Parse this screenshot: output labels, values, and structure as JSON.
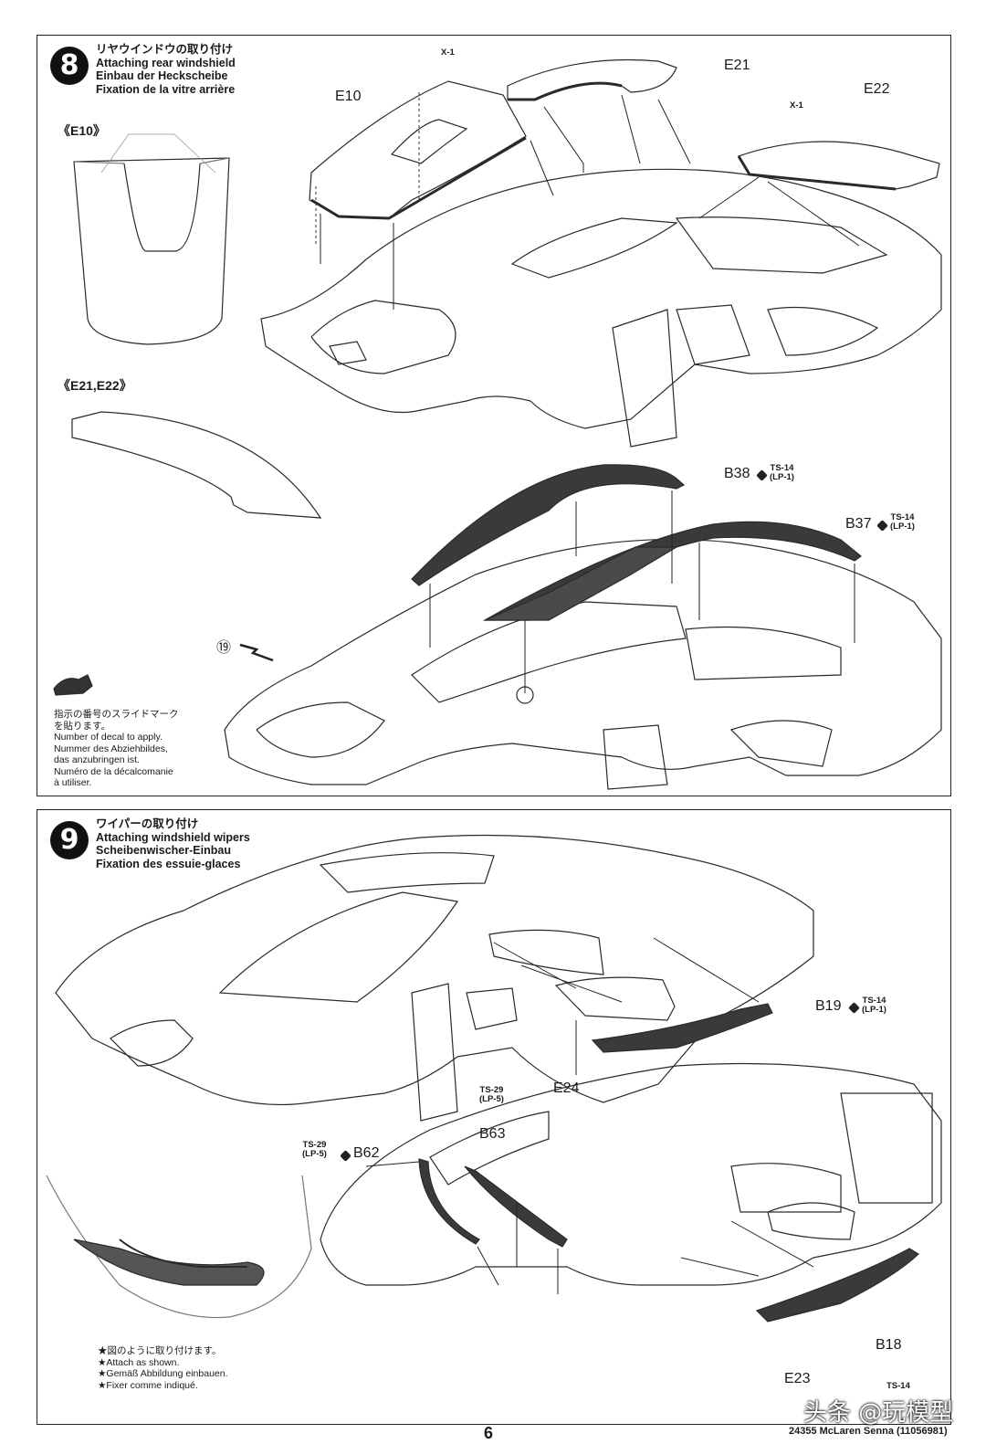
{
  "step8": {
    "number": "8",
    "title_jp": "リヤウインドウの取り付け",
    "title_en": "Attaching rear windshield",
    "title_de": "Einbau der Heckscheibe",
    "title_fr": "Fixation de la vitre arrière",
    "sub_e10": "《E10》",
    "sub_e21_e22": "《E21,E22》",
    "labels": {
      "x1_a": "X-1",
      "e10": "E10",
      "e21": "E21",
      "x1_b": "X-1",
      "e22": "E22",
      "b38": "B38",
      "b38_paint": "TS-14\n(LP-1)",
      "b37": "B37",
      "b37_paint": "TS-14\n(LP-1)",
      "decal19": "⑲"
    },
    "decal_note": {
      "jp1": "指示の番号のスライドマーク",
      "jp2": "を貼ります。",
      "en1": "Number of decal to apply.",
      "de1": "Nummer des Abziehbildes,",
      "de2": "das anzubringen ist.",
      "fr1": "Numéro de la décalcomanie",
      "fr2": "à utiliser."
    }
  },
  "step9": {
    "number": "9",
    "title_jp": "ワイパーの取り付け",
    "title_en": "Attaching windshield wipers",
    "title_de": "Scheibenwischer-Einbau",
    "title_fr": "Fixation des essuie-glaces",
    "labels": {
      "b19": "B19",
      "b19_paint": "TS-14\n(LP-1)",
      "e24": "E24",
      "b63_paint": "TS-29\n(LP-5)",
      "b63": "B63",
      "b62_paint": "TS-29\n(LP-5)",
      "b62": "B62",
      "b18": "B18",
      "b18_paint": "TS-14",
      "e23": "E23"
    },
    "attach_note": {
      "jp": "★図のように取り付けます。",
      "en": "★Attach as shown.",
      "de": "★Gemäß Abbildung einbauen.",
      "fr": "★Fixer comme indiqué."
    }
  },
  "footer": {
    "page": "6",
    "code": "24355 McLaren Senna (11056981)",
    "watermark": "头条 @玩模型"
  },
  "colors": {
    "line": "#2a2a2a",
    "part_dark": "#3a3a3a",
    "light_line": "#9a9a9a"
  }
}
